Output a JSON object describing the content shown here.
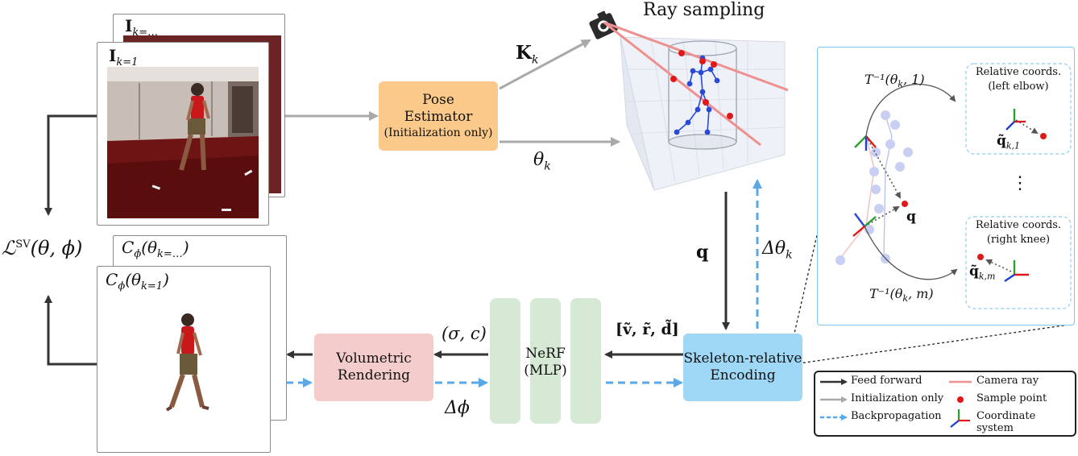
{
  "inputs": {
    "back_label": "I",
    "back_sub": "k=…",
    "front_label": "I",
    "front_sub": "k=1"
  },
  "outputs": {
    "back_label": "C",
    "back_sub_phi": "ϕ",
    "back_arg": "(θ",
    "back_arg_sub": "k=…",
    "front_label": "C",
    "front_sub_phi": "ϕ",
    "front_arg": "(θ",
    "front_arg_sub": "k=1"
  },
  "loss": {
    "symbol": "ℒ",
    "sup": "SV",
    "args": "(θ, ϕ)"
  },
  "pose_estimator": {
    "line1": "Pose",
    "line2": "Estimator",
    "line3": "(Initialization only)"
  },
  "labels": {
    "K": "K",
    "K_sub": "k",
    "theta": "θ",
    "theta_sub": "k",
    "ray_sampling": "Ray sampling",
    "q": "q",
    "delta_theta": "Δθ",
    "delta_theta_sub": "k",
    "sigma_c": "(σ, c)",
    "delta_phi": "Δϕ",
    "encoded": "[ṽ, r̃, d̃]"
  },
  "nerf": {
    "line1": "NeRF",
    "line2": "(MLP)"
  },
  "skeleton_encoding": {
    "line1": "Skeleton-relative",
    "line2": "Encoding"
  },
  "volumetric_rendering": {
    "line1": "Volumetric",
    "line2": "Rendering"
  },
  "inset": {
    "t_inv_top": "T⁻¹(θ",
    "t_inv_top_sub": "k",
    "t_inv_top_tail": ", 1)",
    "t_inv_bottom": "T⁻¹(θ",
    "t_inv_bottom_sub": "k",
    "t_inv_bottom_tail": ", m)",
    "q": "q",
    "rel_top_line1": "Relative coords.",
    "rel_top_line2": "(left elbow)",
    "q_tilde_top": "q̃",
    "q_tilde_top_sub": "k,1",
    "ellipsis": "⋮",
    "rel_bottom_line1": "Relative coords.",
    "rel_bottom_line2": "(right knee)",
    "q_tilde_bottom": "q̃",
    "q_tilde_bottom_sub": "k,m"
  },
  "legend": {
    "feed_forward": "Feed forward",
    "init_only": "Initialization only",
    "backprop": "Backpropagation",
    "camera_ray": "Camera ray",
    "sample_point": "Sample point",
    "coord_system": "Coordinate system"
  },
  "colors": {
    "pose_box": "#fbc98a",
    "skeleton_box": "#9ed8f6",
    "render_box": "#f4cccb",
    "nerf": "#d6e9d4",
    "backprop": "#5aa9e6",
    "init_gray": "#a9a9a9",
    "feed": "#333333",
    "ray": "#ef8f8f",
    "sample": "#e01818"
  }
}
